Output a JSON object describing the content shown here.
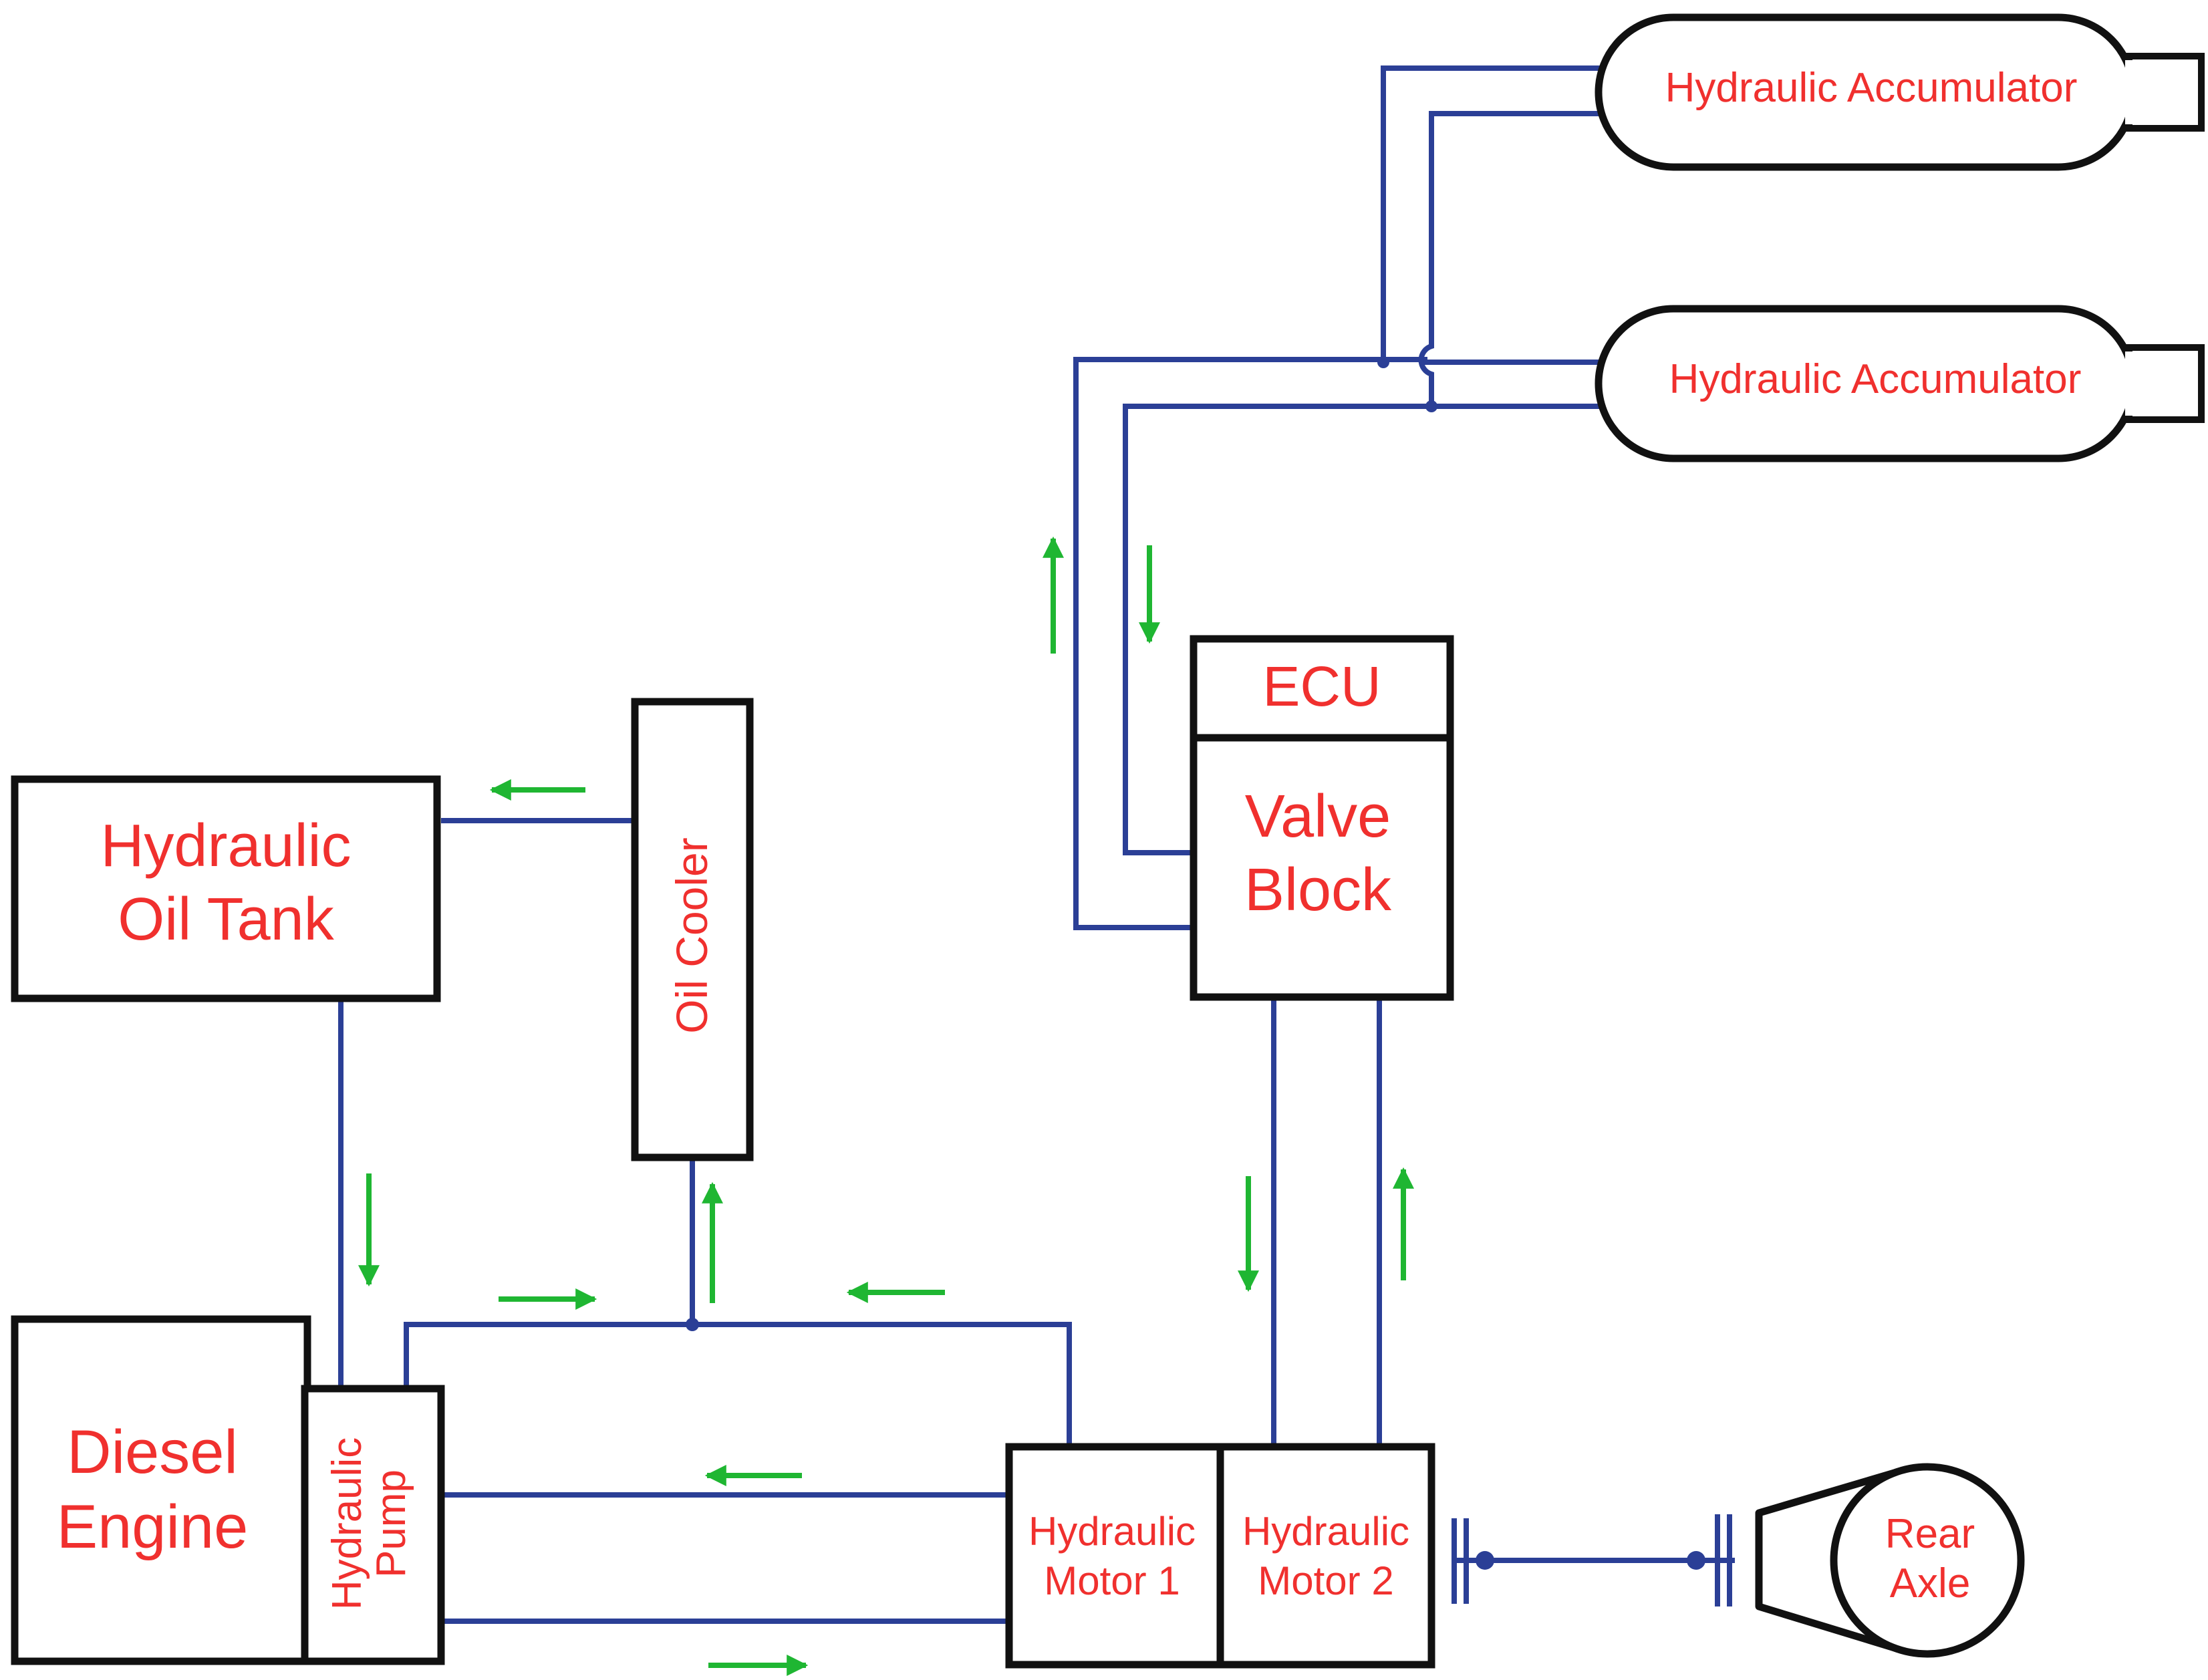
{
  "colors": {
    "label": "#f0302e",
    "pipe": "#2b3f96",
    "flow_arrow": "#1fb632",
    "outline": "#111111"
  },
  "components": {
    "accumulator_top": "Hydraulic Accumulator",
    "accumulator_bottom": "Hydraulic Accumulator",
    "ecu": "ECU",
    "valve_block_line1": "Valve",
    "valve_block_line2": "Block",
    "oil_tank_line1": "Hydraulic",
    "oil_tank_line2": "Oil Tank",
    "oil_cooler": "Oil Cooler",
    "engine_line1": "Diesel",
    "engine_line2": "Engine",
    "pump_line1": "Hydraulic",
    "pump_line2": "Pump",
    "motor1_line1": "Hydraulic",
    "motor1_line2": "Motor 1",
    "motor2_line1": "Hydraulic",
    "motor2_line2": "Motor 2",
    "axle_line1": "Rear",
    "axle_line2": "Axle"
  },
  "icons": {
    "flow_arrows": "arrow-icon",
    "couplings": "shaft-coupling-icon"
  }
}
